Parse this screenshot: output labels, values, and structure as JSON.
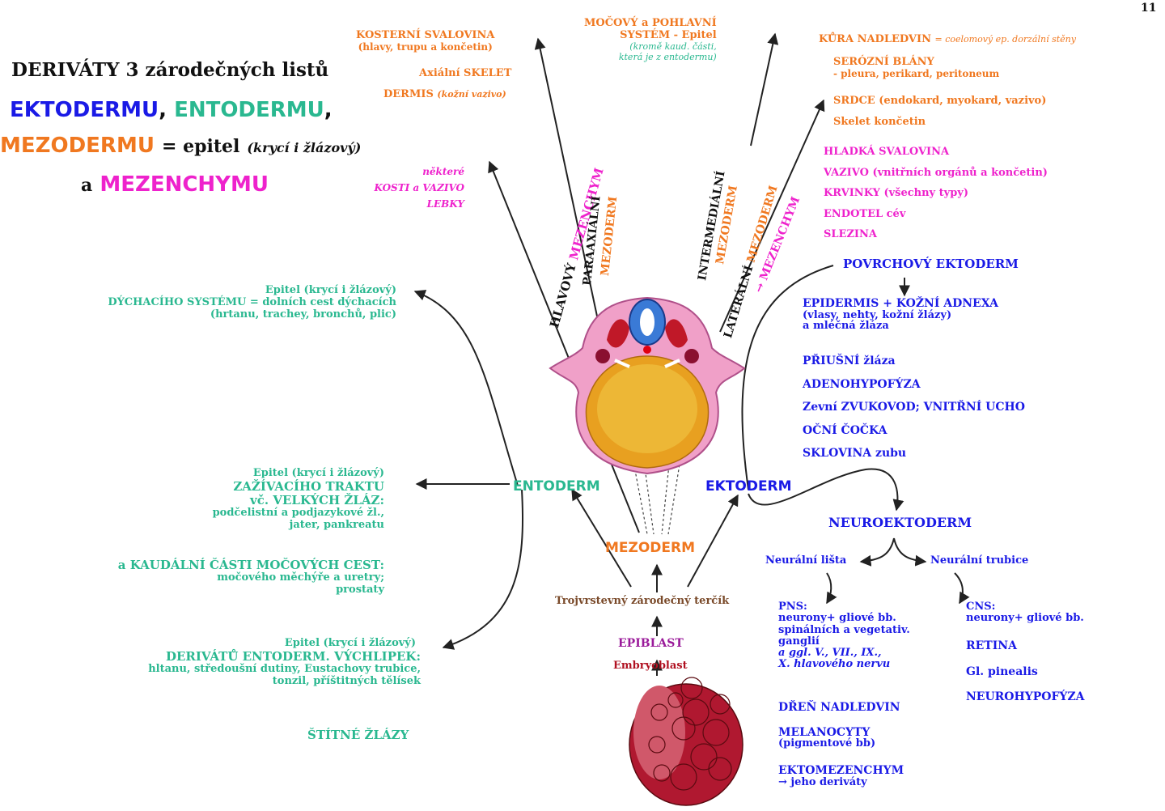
{
  "page_number": "11",
  "title": {
    "line1": "DERIVÁTY 3 zárodečných listů",
    "ektodermu": "EKTODERMU",
    "entodermu": "ENTODERMU",
    "comma": ",",
    "mezodermu": "MEZODERMU",
    "epitel": "= epitel",
    "kryci": "(krycí i žlázový)",
    "a": "a",
    "mezenchymu": "MEZENCHYMU"
  },
  "top_left_orange": [
    "KOSTERNÍ SVALOVINA",
    "(hlavy, trupu a končetin)",
    "Axiální SKELET",
    "DERMIS",
    "(kožní vazivo)"
  ],
  "top_center": {
    "l1": "MOČOVÝ a POHLAVNÍ",
    "l2": "SYSTÉM - Epitel",
    "l3": "(kromě kaud. části,",
    "l4": "která je z entodermu)"
  },
  "top_right": {
    "kura": "KŮRA NADLEDVIN",
    "kura_note": "= coelomový ep. dorzální stěny",
    "serozni": "SERÓZNÍ BLÁNY",
    "serozni_note": "- pleura, perikard, peritoneum",
    "srdce": "SRDCE (endokard, myokard, vazivo)",
    "skelet": "Skelet končetin",
    "magenta": [
      "HLADKÁ SVALOVINA",
      "VAZIVO (vnitřních orgánů a končetin)",
      "KRVINKY (všechny typy)",
      "ENDOTEL cév",
      "SLEZINA"
    ]
  },
  "kosti": [
    "některé",
    "KOSTI a VAZIVO",
    "LEBKY"
  ],
  "rotated": {
    "hlavovy": "HLAVOVÝ",
    "mezenchym": "MEZENCHYM",
    "paraaxialni": "PARAAXIÁLNÍ",
    "paraaxialni_mez": "MEZODERM",
    "intermedialni": "INTERMEDIÁLNÍ",
    "intermedialni_mez": "MEZODERM",
    "lateralni": "LATERÁLNÍ",
    "lateralni_mez": "MEZODERM",
    "lateralni_arrow": "→ MEZENCHYM"
  },
  "left_teal": {
    "block1": [
      "Epitel (krycí i žlázový)",
      "DÝCHACÍHO SYSTÉMU = dolních cest dýchacích",
      "(hrtanu, trachey, bronchů, plic)"
    ],
    "block2": [
      "Epitel (krycí i žlázový)",
      "ZAŽÍVACÍHO TRAKTU",
      "vč. VELKÝCH ŽLÁZ:",
      "podčelistní a podjazykové žl.,",
      "jater, pankreatu"
    ],
    "block3": [
      "a KAUDÁLNÍ ČÁSTI MOČOVÝCH CEST:",
      "močového měchýře a uretry;",
      "prostaty"
    ],
    "block4": [
      "Epitel (krycí i žlázový)",
      "DERIVÁTŮ ENTODERM. VÝCHLIPEK:",
      "hltanu, středoušní dutiny, Eustachovy trubice,",
      "tonzil, příštitných tělísek"
    ],
    "stitne": "ŠTÍTNÉ ŽLÁZY"
  },
  "center": {
    "entoderm": "ENTODERM",
    "ektoderm": "EKTODERM",
    "mezoderm": "MEZODERM",
    "trojvrstevny": "Trojvrstevný zárodečný terčík",
    "epiblast": "EPIBLAST",
    "embryoblast": "Embryoblast"
  },
  "right_blue": {
    "povrchovy": "POVRCHOVÝ EKTODERM",
    "epidermis": [
      "EPIDERMIS + KOŽNÍ ADNEXA",
      "(vlasy, nehty, kožní žlázy)",
      "a mléčná žláza"
    ],
    "items": [
      "PŘIUŠNÍ žláza",
      "ADENOHYPOFÝZA",
      "Zevní ZVUKOVOD; VNITŘNÍ UCHO",
      "OČNÍ ČOČKA",
      "SKLOVINA zubu"
    ],
    "neuroektoderm": "NEUROEKTODERM",
    "neuralni_lista": "Neurální lišta",
    "neuralni_trubice": "Neurální trubice",
    "pns": [
      "PNS:",
      "neurony+ gliové bb.",
      "spinálních a vegetativ.",
      "ganglií"
    ],
    "pns_italic": [
      "a ggl. V., VII., IX.,",
      "X. hlavového nervu"
    ],
    "dren": "DŘEŇ NADLEDVIN",
    "melanocyty": [
      "MELANOCYTY",
      "(pigmentové bb)"
    ],
    "ektomezenchym": [
      "EKTOMEZENCHYM",
      "→ jeho deriváty"
    ],
    "cns": [
      "CNS:",
      "neurony+ gliové bb."
    ],
    "retina": "RETINA",
    "pinealis": "Gl. pinealis",
    "neurohypofyza": "NEUROHYPOFÝZA"
  },
  "colors": {
    "ektoderm": "#1a1ae6",
    "entoderm": "#2ab890",
    "mezoderm": "#f07820",
    "mezenchym": "#ee22cc"
  },
  "icons": [
    "embryo-cross-section-icon",
    "embryoblast-morula-icon"
  ]
}
